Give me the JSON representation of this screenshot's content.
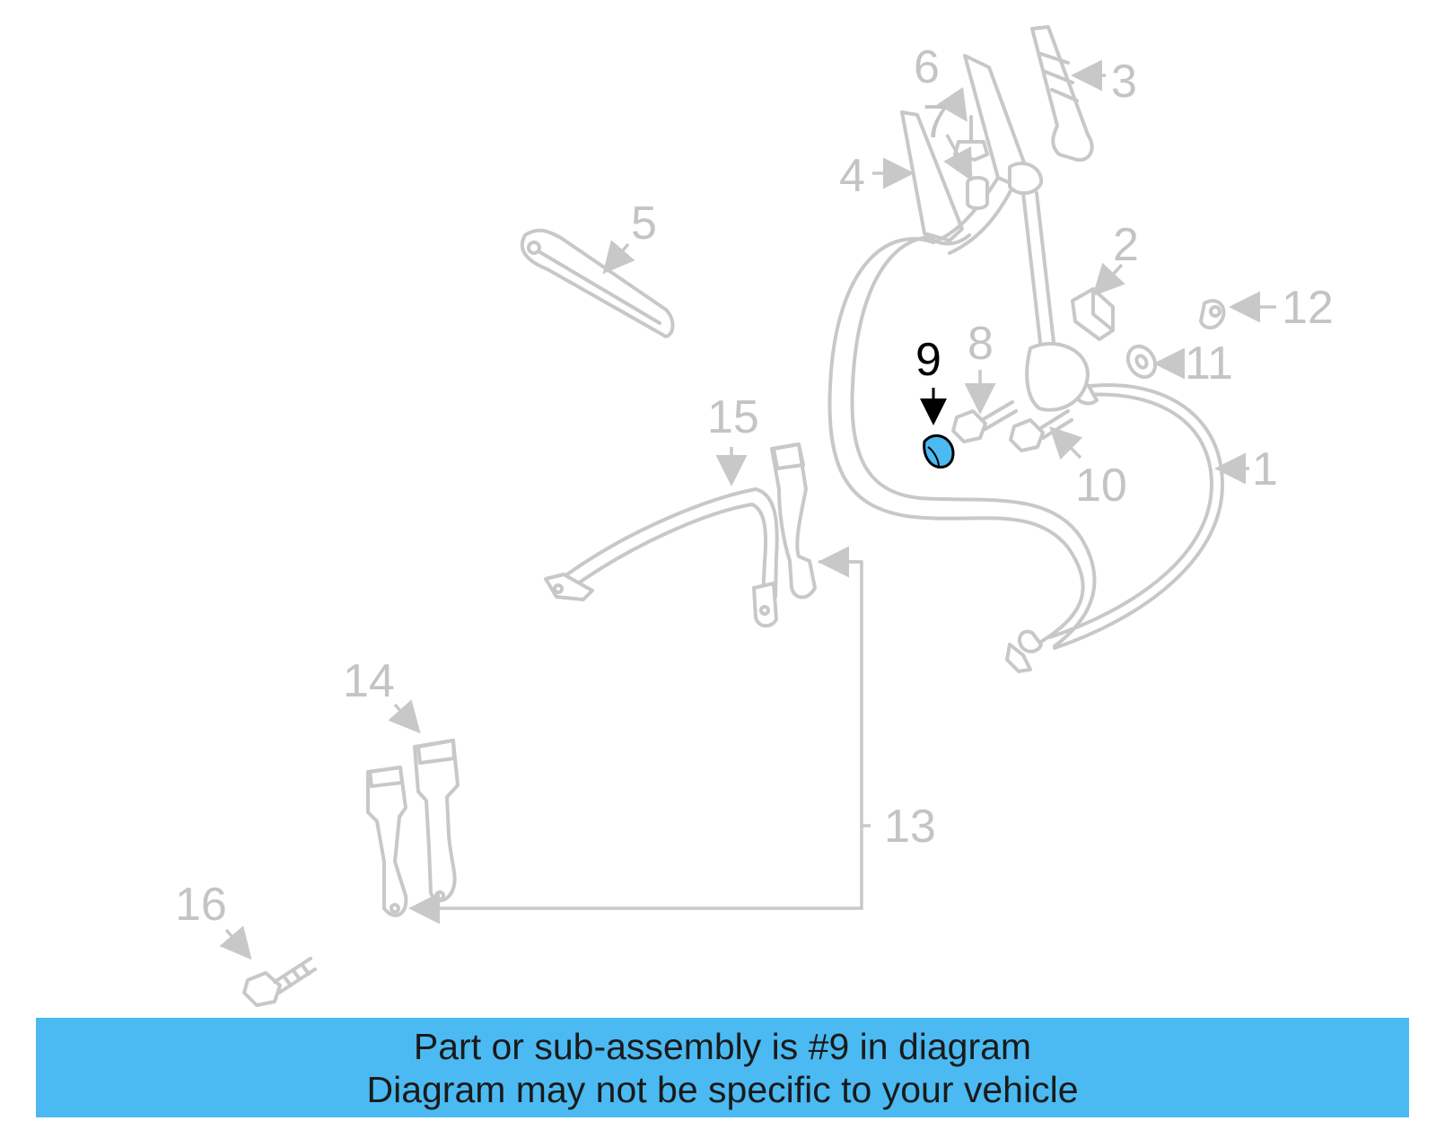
{
  "diagram": {
    "callouts": {
      "c1": "1",
      "c2": "2",
      "c3": "3",
      "c4": "4",
      "c5": "5",
      "c6": "6",
      "c7": "7",
      "c8": "8",
      "c9": "9",
      "c10": "10",
      "c11": "11",
      "c12": "12",
      "c13": "13",
      "c14": "14",
      "c15": "15",
      "c16": "16"
    },
    "highlighted_part": "9",
    "colors": {
      "part_line": "#c8c8c8",
      "highlight": "#4bbaf2",
      "banner": "#4bbaf2"
    }
  },
  "footer": {
    "line1": "Part or sub-assembly is #9 in diagram",
    "line2": "Diagram may not be specific to your vehicle"
  }
}
